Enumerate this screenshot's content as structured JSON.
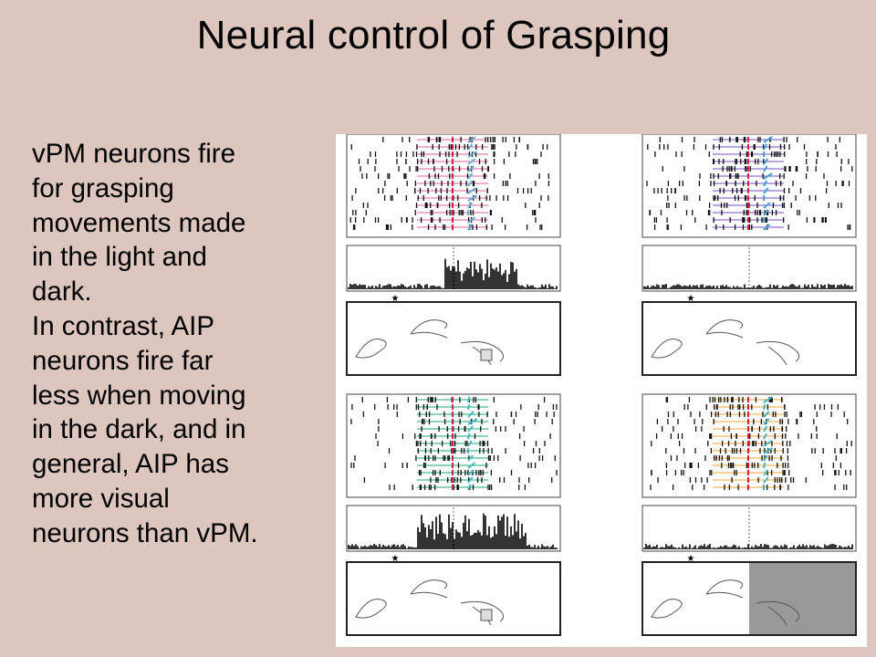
{
  "slide": {
    "title": "Neural control of Grasping",
    "body_lines": [
      "vPM neurons fire",
      "for grasping",
      "movements made",
      "in the light and",
      "dark.",
      "In contrast, AIP",
      "neurons fire far",
      "less when moving",
      "in the dark, and in",
      "general, AIP has",
      "more visual",
      "neurons than vPM."
    ]
  },
  "figure": {
    "panels": [
      {
        "id": "vpm-light",
        "color": "#e0609a",
        "trace2": "#5ab0d8",
        "dark_background": false
      },
      {
        "id": "vpm-dark",
        "color": "#7a4cc0",
        "trace2": "#40a0d0",
        "dark_background": false
      },
      {
        "id": "aip-light",
        "color": "#1aa870",
        "trace2": "#40b8c8",
        "dark_background": false
      },
      {
        "id": "aip-dark",
        "color": "#f0a030",
        "trace2": "#40b8c8",
        "dark_background": true
      }
    ],
    "marker_glyph": "★",
    "dark_fill": "#999999"
  }
}
